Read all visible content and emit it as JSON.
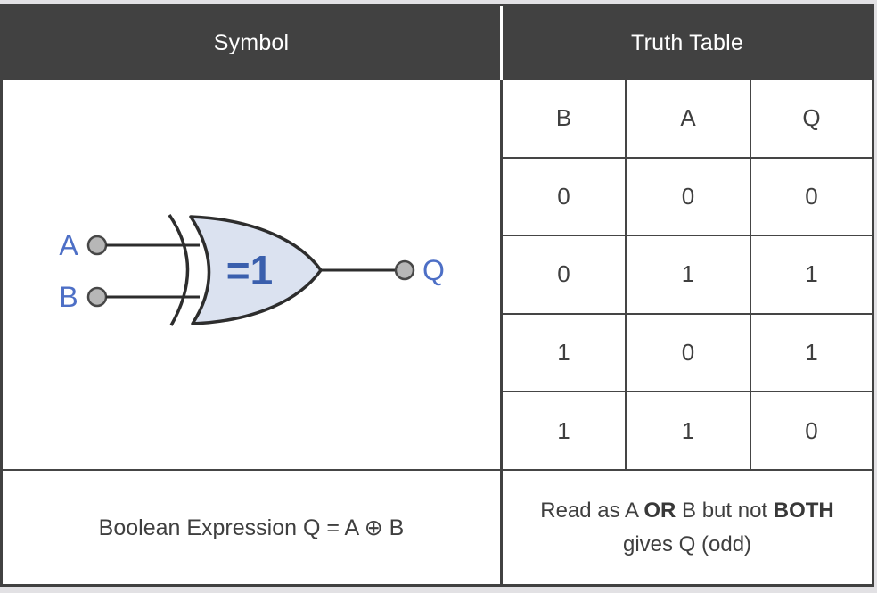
{
  "header": {
    "symbol_label": "Symbol",
    "truth_table_label": "Truth Table"
  },
  "symbol": {
    "inputs": [
      {
        "label": "A"
      },
      {
        "label": "B"
      }
    ],
    "output_label": "Q",
    "gate_label": "=1",
    "gate_type": "XOR gate (IEC symbol)"
  },
  "truth_table": {
    "columns": [
      "B",
      "A",
      "Q"
    ],
    "rows": [
      [
        "0",
        "0",
        "0"
      ],
      [
        "0",
        "1",
        "1"
      ],
      [
        "1",
        "0",
        "1"
      ],
      [
        "1",
        "1",
        "0"
      ]
    ]
  },
  "boolean_expression": "Boolean Expression Q = A ⊕ B",
  "note": {
    "segments": [
      {
        "text": "Read as A ",
        "bold": false
      },
      {
        "text": "OR",
        "bold": true
      },
      {
        "text": " B but not ",
        "bold": false
      },
      {
        "text": "BOTH",
        "bold": true
      },
      {
        "text": " gives Q (odd)",
        "bold": false
      }
    ]
  },
  "colors": {
    "header_bg": "#414141",
    "header_text": "#ffffff",
    "border": "#454545",
    "gate_fill": "#dbe2f0",
    "gate_stroke": "#2d2d2d",
    "io_label_blue": "#4d6fc6",
    "gate_label_blue": "#3a5fad",
    "terminal_fill": "#b7b7b7",
    "page_bg": "#e2e1e4",
    "text": "#3f3f3f"
  }
}
